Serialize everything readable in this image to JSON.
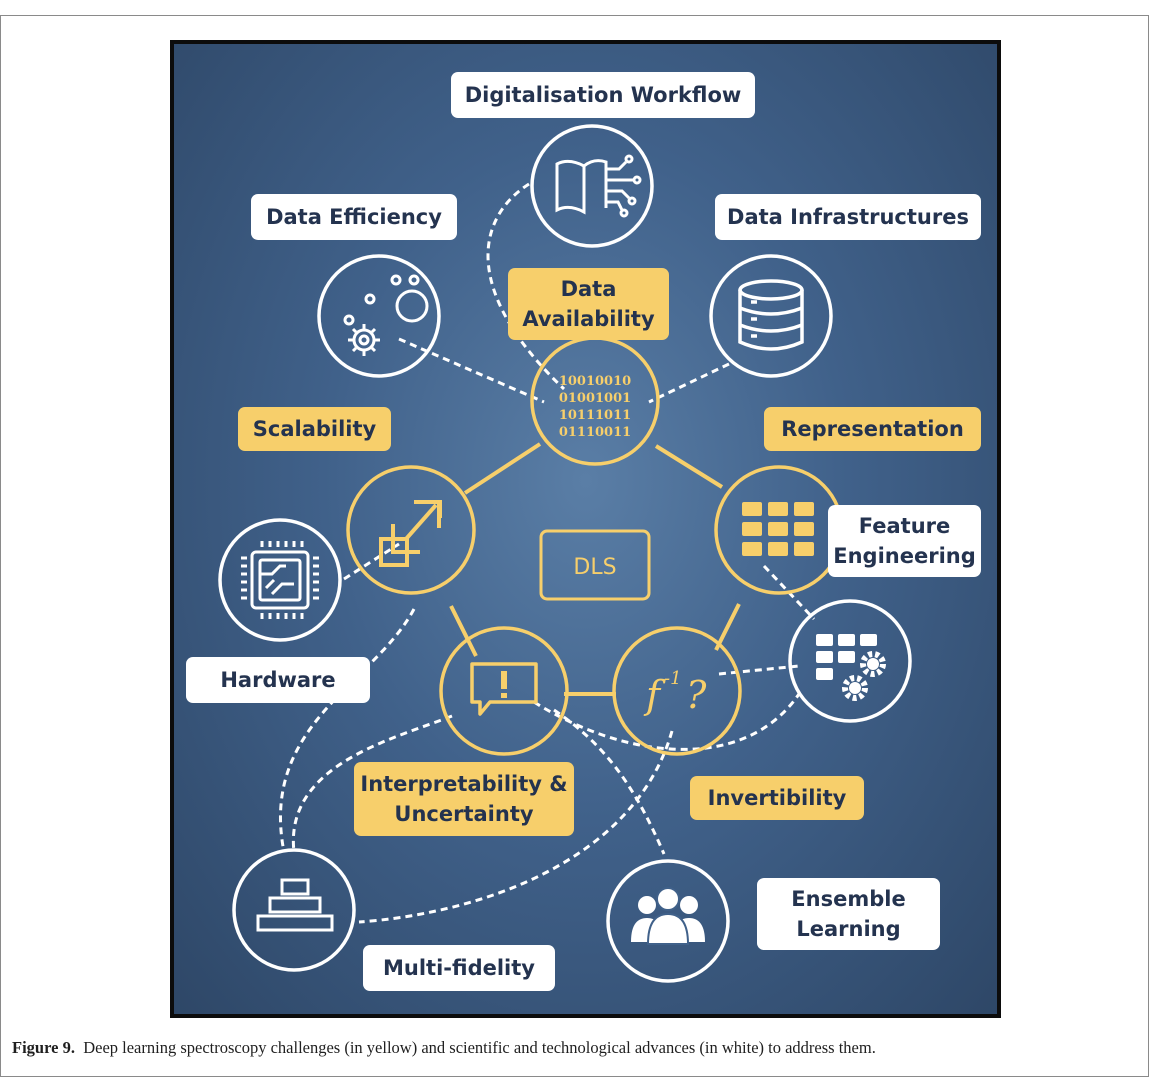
{
  "center_label": "DLS",
  "binary_lines": [
    "10010010",
    "01001001",
    "10111011",
    "01110011"
  ],
  "inverse_symbol": "f",
  "inverse_exponent": "-1",
  "inverse_question": "?",
  "challenges": {
    "data_availability": "Data\nAvailability",
    "scalability": "Scalability",
    "representation": "Representation",
    "interpretability": "Interpretability &\nUncertainty",
    "invertibility": "Invertibility"
  },
  "advances": {
    "digitalisation_workflow": "Digitalisation Workflow",
    "data_efficiency": "Data Efficiency",
    "data_infrastructures": "Data Infrastructures",
    "feature_engineering": "Feature\nEngineering",
    "hardware": "Hardware",
    "ensemble_learning": "Ensemble\nLearning",
    "multi_fidelity": "Multi-fidelity"
  },
  "caption": {
    "label": "Figure 9.",
    "text": "Deep learning spectroscopy challenges (in yellow) and scientific and technological advances (in white) to address them."
  },
  "colors": {
    "yellow": "#f7cf6b",
    "white": "#ffffff",
    "navy": "#2e4767"
  }
}
